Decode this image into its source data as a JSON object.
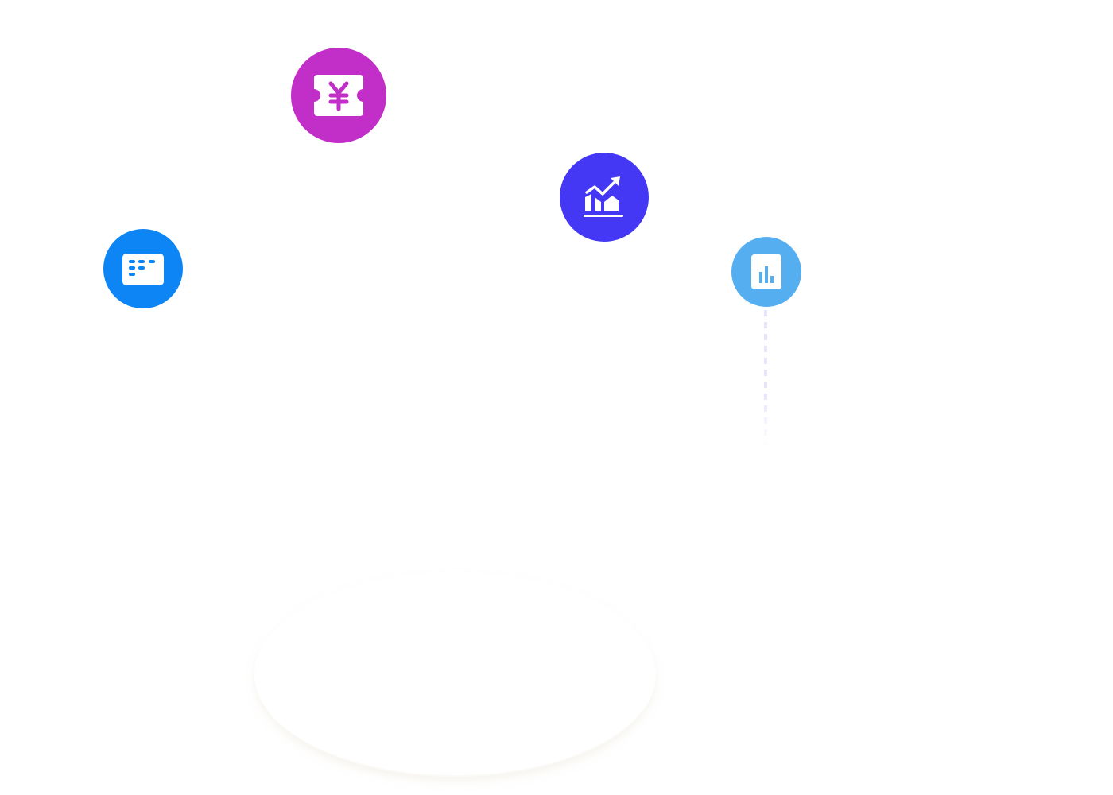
{
  "illustration": {
    "bubbles": [
      {
        "id": "yen-ticket",
        "icon": "yen-ticket-icon",
        "color": "#c22ec8"
      },
      {
        "id": "growth-chart",
        "icon": "growth-chart-icon",
        "color": "#4438f5"
      },
      {
        "id": "list-card",
        "icon": "list-card-icon",
        "color": "#0d85f5"
      },
      {
        "id": "report",
        "icon": "bar-report-icon",
        "color": "#55aef0"
      }
    ],
    "connector_color": "#e6e4fb"
  }
}
